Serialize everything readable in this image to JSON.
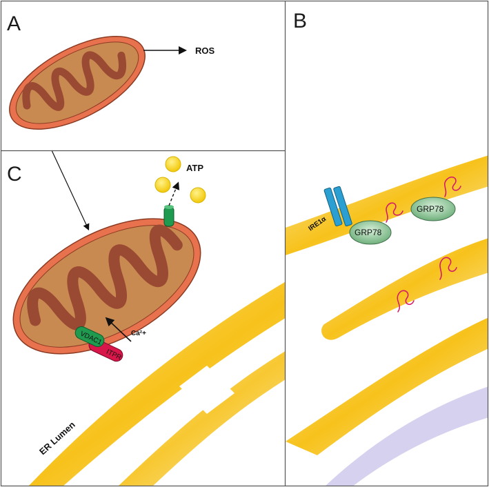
{
  "panels": {
    "a": "A",
    "b": "B",
    "c": "C"
  },
  "labels": {
    "ros": "ROS",
    "atp": "ATP",
    "ca": "Ca²+",
    "vdac": "VDAC1",
    "itpr": "ITPR",
    "er_lumen": "ER Lumen",
    "ire": "IRE1α",
    "grp1": "GRP78",
    "grp2": "GRP78"
  },
  "colors": {
    "er": "#f7c21b",
    "er_light": "#fbe7a0",
    "mito_outer": "#e8714e",
    "mito_body": "#c98a52",
    "mito_crista": "#9a4a32",
    "grp78": "#8fc79a",
    "ire1": "#2b9fd2",
    "vdac": "#1f9a4f",
    "itpr": "#d8164a",
    "protein": "#d41b6b",
    "atp": "#f5d21a",
    "nucleus": "#d7d1f0"
  }
}
